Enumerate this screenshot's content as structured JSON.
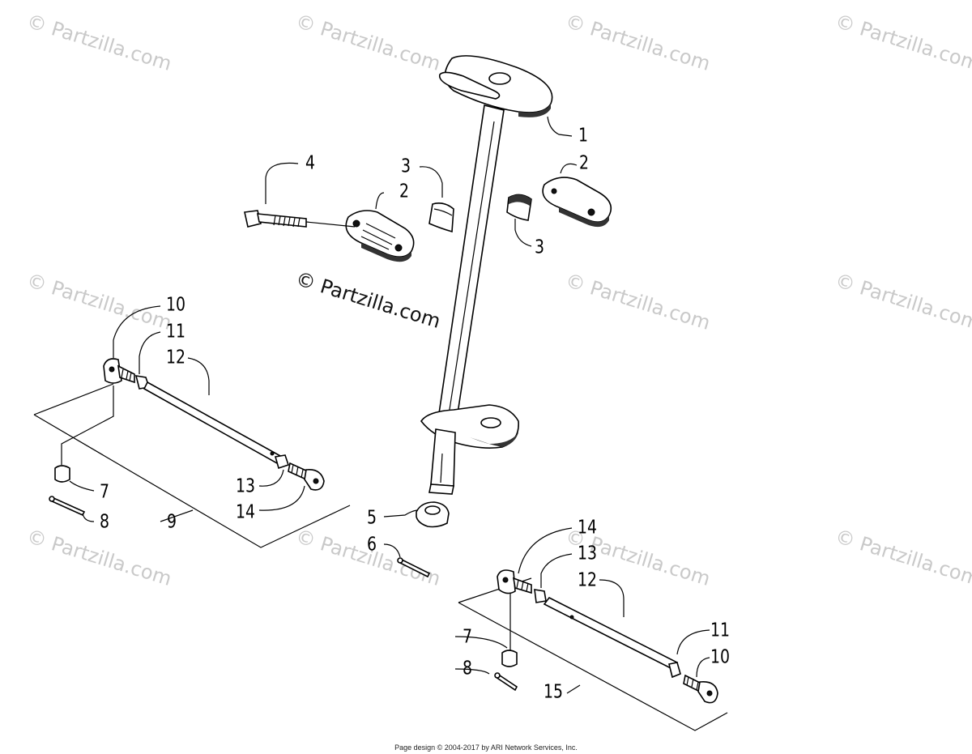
{
  "watermark": {
    "text": "© Partzilla.com"
  },
  "callouts": [
    {
      "id": "c1",
      "label": "1"
    },
    {
      "id": "c2a",
      "label": "2"
    },
    {
      "id": "c2b",
      "label": "2"
    },
    {
      "id": "c3a",
      "label": "3"
    },
    {
      "id": "c3b",
      "label": "3"
    },
    {
      "id": "c4",
      "label": "4"
    },
    {
      "id": "c5",
      "label": "5"
    },
    {
      "id": "c6",
      "label": "6"
    },
    {
      "id": "c7a",
      "label": "7"
    },
    {
      "id": "c7b",
      "label": "7"
    },
    {
      "id": "c8a",
      "label": "8"
    },
    {
      "id": "c8b",
      "label": "8"
    },
    {
      "id": "c9",
      "label": "9"
    },
    {
      "id": "c10a",
      "label": "10"
    },
    {
      "id": "c10b",
      "label": "10"
    },
    {
      "id": "c11a",
      "label": "11"
    },
    {
      "id": "c11b",
      "label": "11"
    },
    {
      "id": "c12a",
      "label": "12"
    },
    {
      "id": "c12b",
      "label": "12"
    },
    {
      "id": "c13a",
      "label": "13"
    },
    {
      "id": "c13b",
      "label": "13"
    },
    {
      "id": "c14a",
      "label": "14"
    },
    {
      "id": "c14b",
      "label": "14"
    },
    {
      "id": "c15",
      "label": "15"
    }
  ],
  "footer": "Page design © 2004-2017 by ARI Network Services, Inc."
}
